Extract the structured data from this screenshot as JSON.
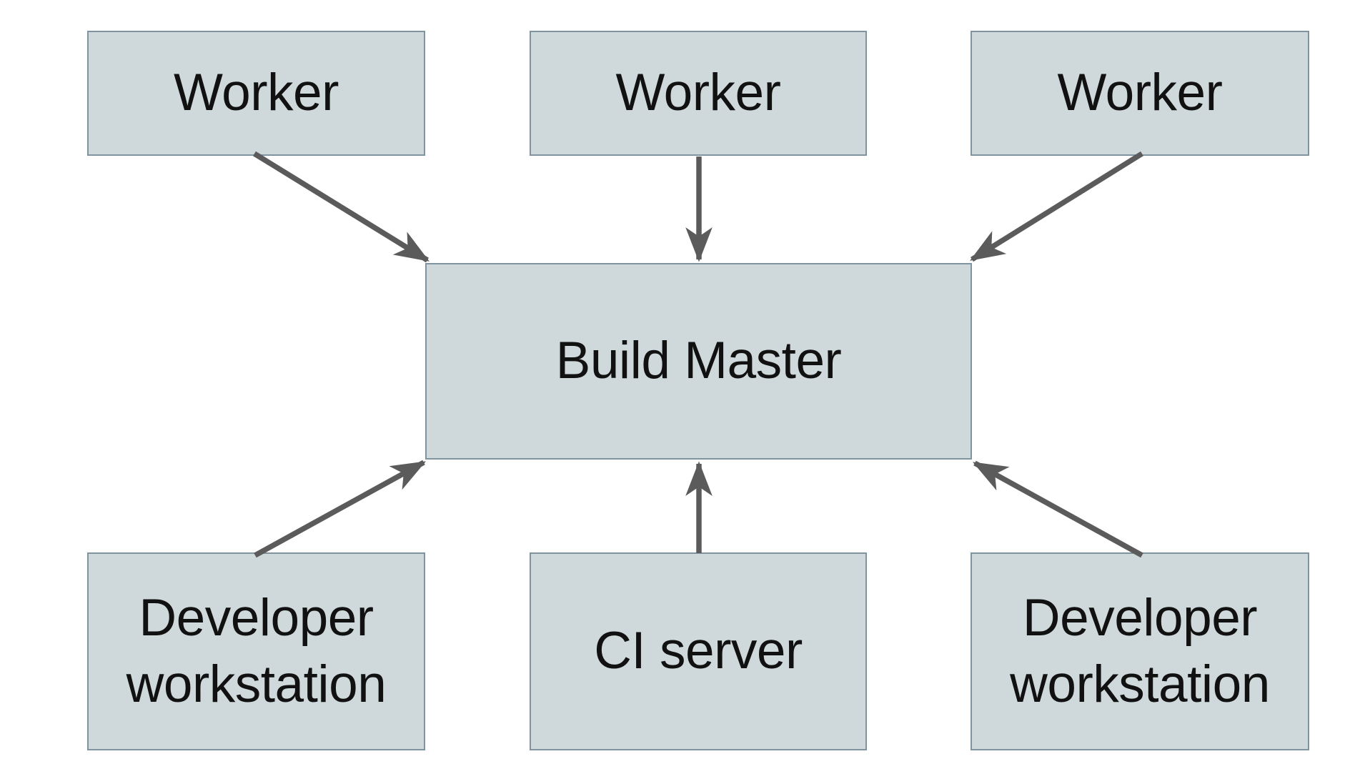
{
  "diagram": {
    "colors": {
      "background": "#ffffff",
      "node_fill": "#cfd8da",
      "node_border": "#7f949e",
      "node_text": "#111111",
      "arrow": "#5b5b5b"
    },
    "nodes": {
      "worker_left": {
        "label": "Worker"
      },
      "worker_center": {
        "label": "Worker"
      },
      "worker_right": {
        "label": "Worker"
      },
      "build_master": {
        "label": "Build Master"
      },
      "dev_workstation_left": {
        "label": "Developer workstation"
      },
      "ci_server": {
        "label": "CI server"
      },
      "dev_workstation_right": {
        "label": "Developer workstation"
      }
    },
    "edges": [
      {
        "from": "worker_left",
        "to": "build_master"
      },
      {
        "from": "worker_center",
        "to": "build_master"
      },
      {
        "from": "worker_right",
        "to": "build_master"
      },
      {
        "from": "dev_workstation_left",
        "to": "build_master"
      },
      {
        "from": "ci_server",
        "to": "build_master"
      },
      {
        "from": "dev_workstation_right",
        "to": "build_master"
      }
    ]
  }
}
